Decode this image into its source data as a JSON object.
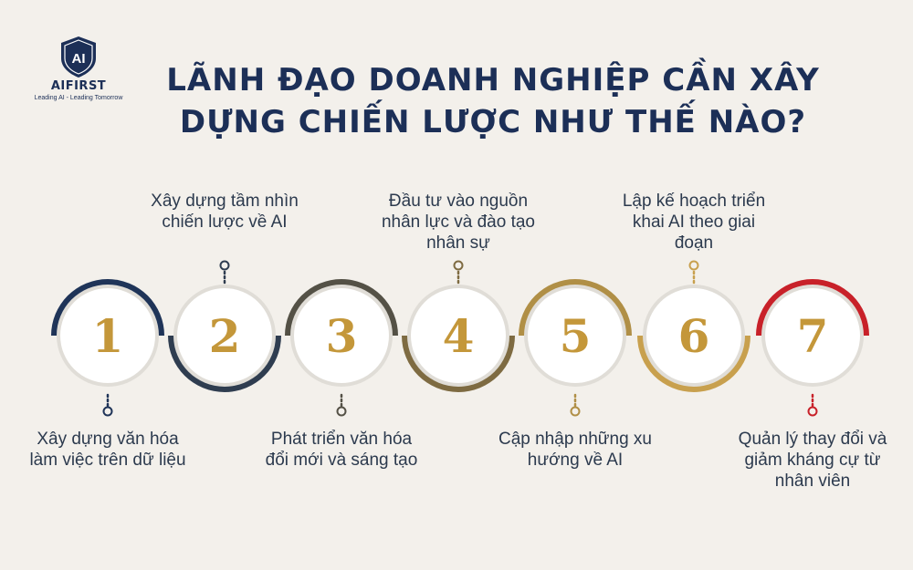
{
  "logo": {
    "mark": "AI",
    "brand": "AIFIRST",
    "tagline": "Leading AI - Leading Tomorrow"
  },
  "title": {
    "line1": "LÃNH ĐẠO DOANH NGHIỆP CẦN XÂY",
    "line2": "DỰNG CHIẾN LƯỢC NHƯ THẾ NÀO?"
  },
  "steps": [
    {
      "number": "1",
      "label": "Xây dựng văn hóa làm việc trên dữ liệu",
      "color": "#1f3458"
    },
    {
      "number": "2",
      "label": "Xây dựng tầm nhìn chiến lược về AI",
      "color": "#2f3d50"
    },
    {
      "number": "3",
      "label": "Phát triển văn hóa đổi mới và sáng tạo",
      "color": "#545146"
    },
    {
      "number": "4",
      "label": "Đầu tư vào nguồn nhân lực và đào tạo nhân sự",
      "color": "#7e6b42"
    },
    {
      "number": "5",
      "label": "Cập nhập những xu hướng về AI",
      "color": "#b08f46"
    },
    {
      "number": "6",
      "label": "Lập kế hoạch triển khai AI theo giai đoạn",
      "color": "#c8a04e"
    },
    {
      "number": "7",
      "label": "Quản lý thay đổi và giảm kháng cự từ nhân viên",
      "color": "#c82129"
    }
  ]
}
